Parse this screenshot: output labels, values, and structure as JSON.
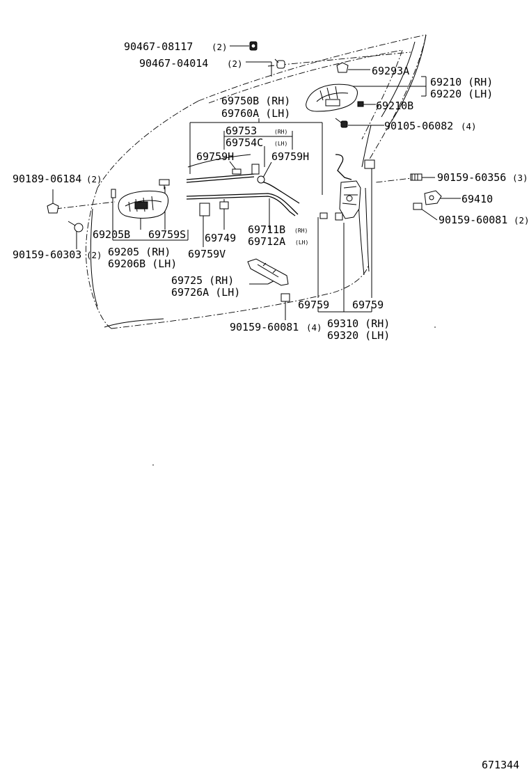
{
  "labels": {
    "p90467_08117": "90467-08117",
    "p90467_08117_qty": "(2)",
    "p90467_04014": "90467-04014",
    "p90467_04014_qty": "(2)",
    "p69293A": "69293A",
    "p69210": "69210 (RH)",
    "p69220": "69220 (LH)",
    "p69750B": "69750B (RH)",
    "p69760A": "69760A (LH)",
    "p69210B": "69210B",
    "p90105_06082": "90105-06082",
    "p90105_06082_qty": "(4)",
    "p69753": "69753",
    "p69753_rh": "(RH)",
    "p69754C": "69754C",
    "p69754C_lh": "(LH)",
    "p69759H_a": "69759H",
    "p69759H_b": "69759H",
    "p90189_06184": "90189-06184",
    "p90189_06184_qty": "(2)",
    "p90159_60356": "90159-60356",
    "p90159_60356_qty": "(3)",
    "p69410": "69410",
    "p90159_60081_r": "90159-60081",
    "p90159_60081_r_qty": "(2)",
    "p69205B": "69205B",
    "p69759S": "69759S",
    "p69749": "69749",
    "p69711B": "69711B",
    "p69711B_rh": "(RH)",
    "p69712A": "69712A",
    "p69712A_lh": "(LH)",
    "p90159_60303": "90159-60303",
    "p90159_60303_qty": "(2)",
    "p69205": "69205 (RH)",
    "p69206B": "69206B (LH)",
    "p69759V": "69759V",
    "p69725": "69725  (RH)",
    "p69726A": "69726A (LH)",
    "p69759_a": "69759",
    "p69759_b": "69759",
    "p90159_60081_b": "90159-60081",
    "p90159_60081_b_qty": "(4)",
    "p69310": "69310 (RH)",
    "p69320": "69320 (LH)",
    "diagram_code": "671344"
  }
}
